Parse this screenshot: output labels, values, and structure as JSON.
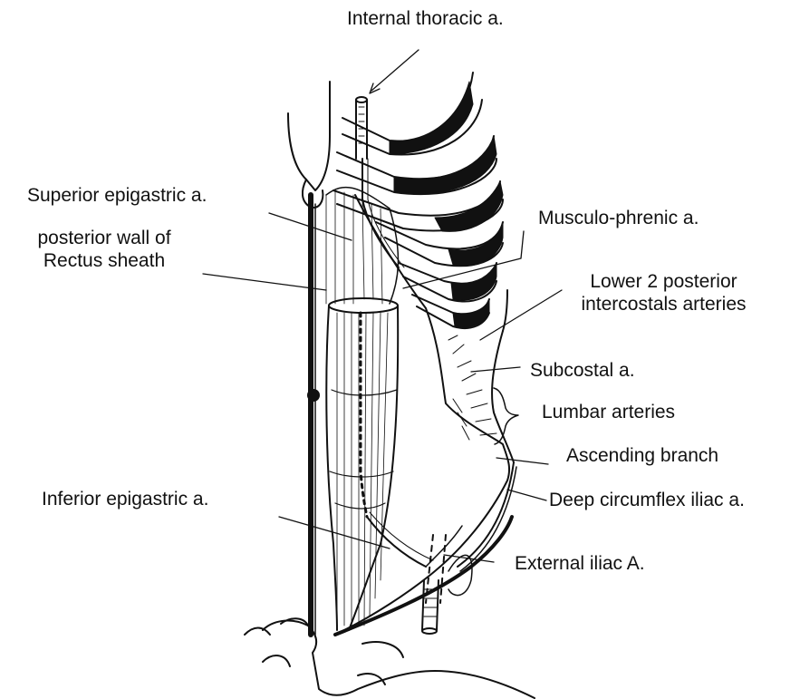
{
  "labels": {
    "internal_thoracic": "Internal thoracic a.",
    "superior_epigastric": "Superior epigastric a.",
    "posterior_wall_line1": "posterior wall of",
    "posterior_wall_line2": "Rectus sheath",
    "musculo_phrenic": "Musculo-phrenic a.",
    "lower_posterior_line1": "Lower 2 posterior",
    "lower_posterior_line2": "intercostals arteries",
    "subcostal": "Subcostal a.",
    "lumbar": "Lumbar arteries",
    "ascending_branch": "Ascending branch",
    "deep_circumflex": "Deep circumflex iliac a.",
    "inferior_epigastric": "Inferior epigastric a.",
    "external_iliac": "External iliac A."
  },
  "colors": {
    "ink": "#111111",
    "background": "#ffffff"
  }
}
